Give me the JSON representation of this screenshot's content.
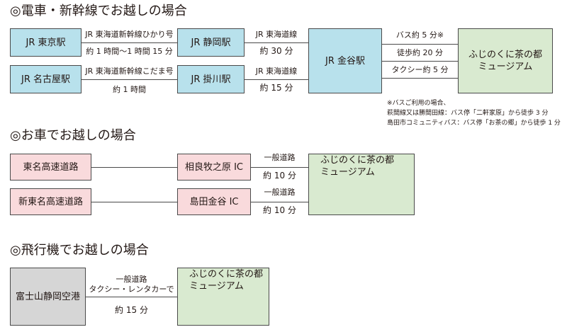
{
  "train": {
    "heading": "◎電車・新幹線でお越しの場合",
    "tokyo": "JR 東京駅",
    "nagoya": "JR 名古屋駅",
    "shizuoka": "JR 静岡駅",
    "kakegawa": "JR 掛川駅",
    "kanaya": "JR 金谷駅",
    "museum": [
      "ふじのくに茶の都",
      "ミュージアム"
    ],
    "tokyo_route": "JR 東海道新幹線ひかり号",
    "tokyo_time": "約 1 時間〜1 時間 15 分",
    "nagoya_route": "JR 東海道新幹線こだま号",
    "nagoya_time": "約 1 時間",
    "shizuoka_route": "JR 東海道線",
    "shizuoka_time": "約 30 分",
    "kakegawa_route": "JR 東海道線",
    "kakegawa_time": "約 15 分",
    "bus": "バス約 5 分※",
    "walk": "徒歩約 20 分",
    "taxi": "タクシー約 5 分",
    "notes": [
      "※バスご利用の場合、",
      "萩間線又は勝間田線：バス停「二軒家原」から徒歩 3 分",
      "島田市コミュニティバス：バス停「お茶の郷」から徒歩 1 分"
    ]
  },
  "car": {
    "heading": "◎お車でお越しの場合",
    "tomei": "東名高速道路",
    "shintomei": "新東名高速道路",
    "ic1": "相良牧之原 IC",
    "ic2": "島田金谷 IC",
    "road1": "一般道路",
    "time1": "約 10 分",
    "road2": "一般道路",
    "time2": "約 10 分",
    "museum": [
      "ふじのくに茶の都",
      "ミュージアム"
    ]
  },
  "plane": {
    "heading": "◎飛行機でお越しの場合",
    "airport": "富士山静岡空港",
    "route1": "一般道路",
    "route2": "タクシー・レンタカーで",
    "time": "約 15 分",
    "museum": [
      "ふじのくに茶の都",
      "ミュージアム"
    ]
  },
  "colors": {
    "station": "#b8e1ec",
    "highway": "#f9dadc",
    "museum": "#d9ead0",
    "airport": "#d6d6d6"
  }
}
